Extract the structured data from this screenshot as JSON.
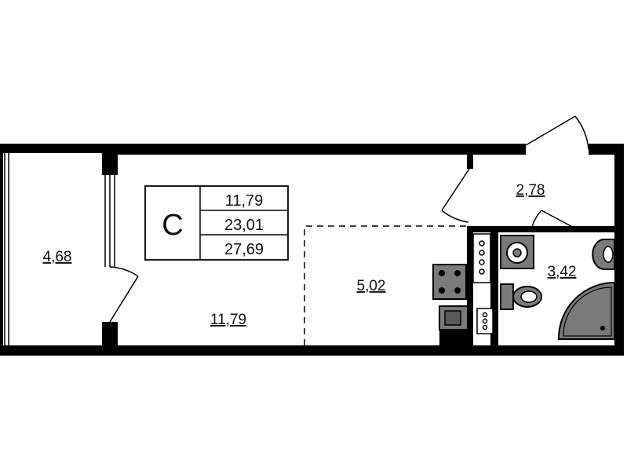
{
  "legend": {
    "type_letter": "С",
    "living_area": "11,79",
    "total_area": "23,01",
    "area_with_balcony": "27,69"
  },
  "rooms": {
    "balcony": "4,68",
    "living_room": "11,79",
    "kitchen": "5,02",
    "hallway": "2,78",
    "bathroom": "3,42"
  },
  "colors": {
    "wall": "#000000",
    "fixture_fill": "#7a7a7a",
    "background": "#ffffff"
  }
}
